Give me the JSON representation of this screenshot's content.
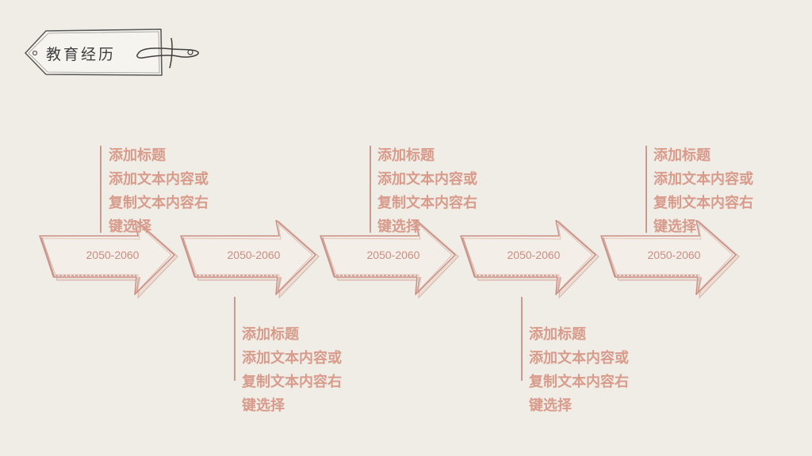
{
  "header": {
    "title": "教育经历"
  },
  "timeline": {
    "items": [
      {
        "period": "2050-2060",
        "title": "添加标题",
        "lines": [
          "添加文本内容或",
          "复制文本内容右",
          "键选择"
        ]
      },
      {
        "period": "2050-2060",
        "title": "添加标题",
        "lines": [
          "添加文本内容或",
          "复制文本内容右",
          "键选择"
        ]
      },
      {
        "period": "2050-2060",
        "title": "添加标题",
        "lines": [
          "添加文本内容或",
          "复制文本内容右",
          "键选择"
        ]
      },
      {
        "period": "2050-2060",
        "title": "添加标题",
        "lines": [
          "添加文本内容或",
          "复制文本内容右",
          "键选择"
        ]
      },
      {
        "period": "2050-2060",
        "title": "添加标题",
        "lines": [
          "添加文本内容或",
          "复制文本内容右",
          "键选择"
        ]
      }
    ]
  },
  "colors": {
    "background": "#efede5",
    "accent": "#d89b8c",
    "arrow_stroke": "#c98f84",
    "text_dark": "#3e3e3e"
  }
}
